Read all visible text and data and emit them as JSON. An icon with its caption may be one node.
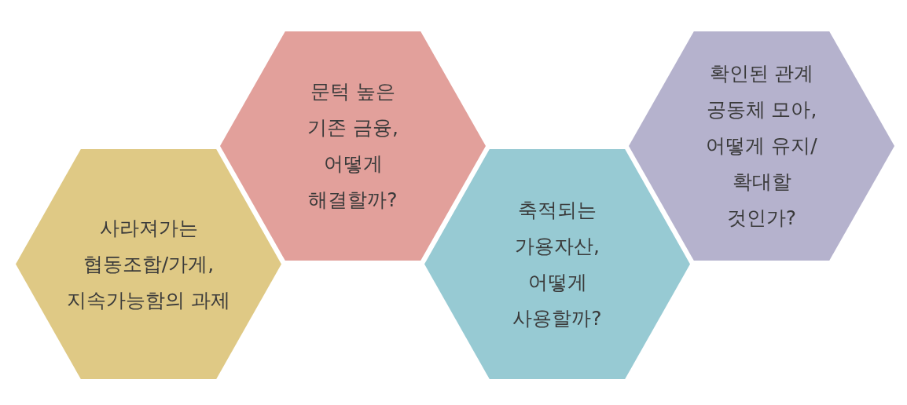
{
  "diagram": {
    "nodes": [
      {
        "text": [
          "사라져가는 협동조합/가게, 지속가능함의 과제"
        ]
      },
      {
        "text": [
          "문턱 높은 기존 금융, 어떻게 해결할까?"
        ]
      },
      {
        "text": [
          "축적되는 가용자산, 어떻게 사용할까?"
        ]
      },
      {
        "text": [
          "확인된 관계 공동체 모아, 어떻게 유지/확대할 것인가?"
        ]
      }
    ]
  }
}
